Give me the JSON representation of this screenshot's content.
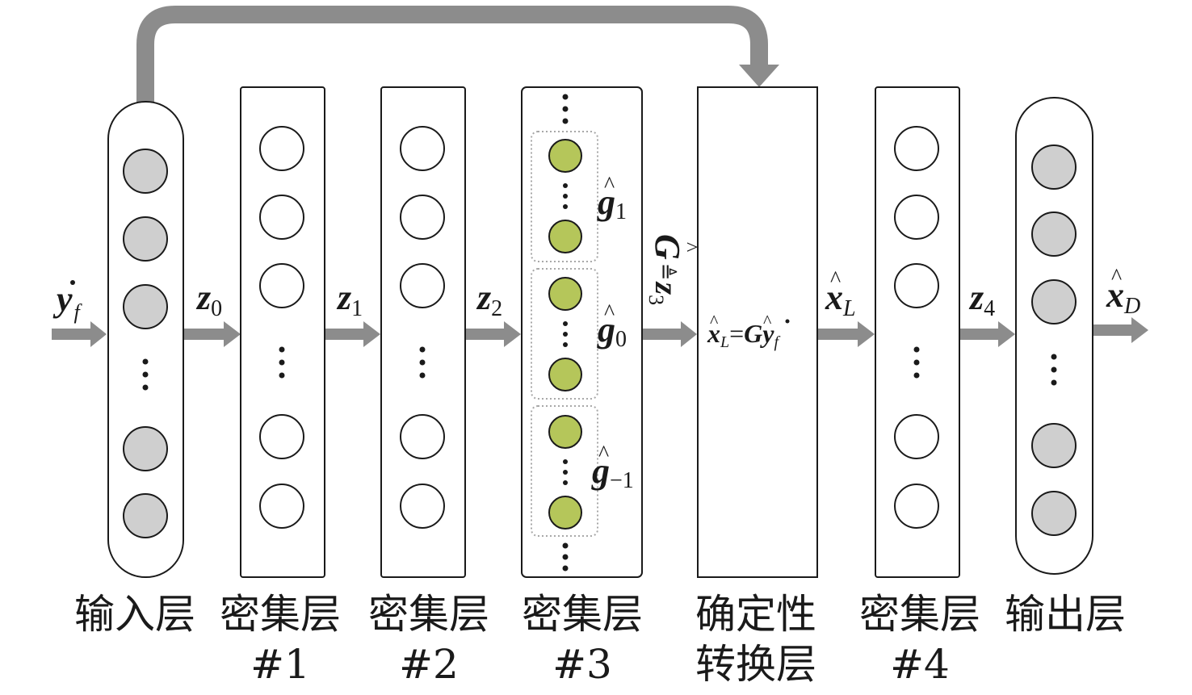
{
  "input_label": "y",
  "input_sub": "f",
  "signals": [
    {
      "sym": "z",
      "sub": "0"
    },
    {
      "sym": "z",
      "sub": "1"
    },
    {
      "sym": "z",
      "sub": "2"
    },
    {
      "sym": "G",
      "sub": "3"
    },
    {
      "sym": "x",
      "sub": "L"
    },
    {
      "sym": "z",
      "sub": "4"
    },
    {
      "sym": "x",
      "sub": "D"
    }
  ],
  "g_groups": [
    {
      "sym": "g",
      "sub": "1"
    },
    {
      "sym": "g",
      "sub": "0"
    },
    {
      "sym": "g",
      "sub": "−1"
    }
  ],
  "transform_formula": {
    "lhs": "x",
    "lhs_sub": "L",
    "eq": "=",
    "g": "G",
    "y": "y",
    "y_sub": "f"
  },
  "g_def": {
    "sym": "G",
    "defeq": "≜",
    "z": "z",
    "z_sub": "3"
  },
  "layers": [
    {
      "name": "输入层",
      "num": ""
    },
    {
      "name": "密集层",
      "num": "#1"
    },
    {
      "name": "密集层",
      "num": "#2"
    },
    {
      "name": "密集层",
      "num": "#3"
    },
    {
      "name": "确定性",
      "num": "转换层"
    },
    {
      "name": "密集层",
      "num": "#4"
    },
    {
      "name": "输出层",
      "num": ""
    }
  ],
  "colors": {
    "arrow": "#8c8c8c",
    "node_gray": "#cfcfcf",
    "node_green": "#b5c65a",
    "stroke": "#1a1a1a",
    "dotted": "#a8a8a8"
  }
}
